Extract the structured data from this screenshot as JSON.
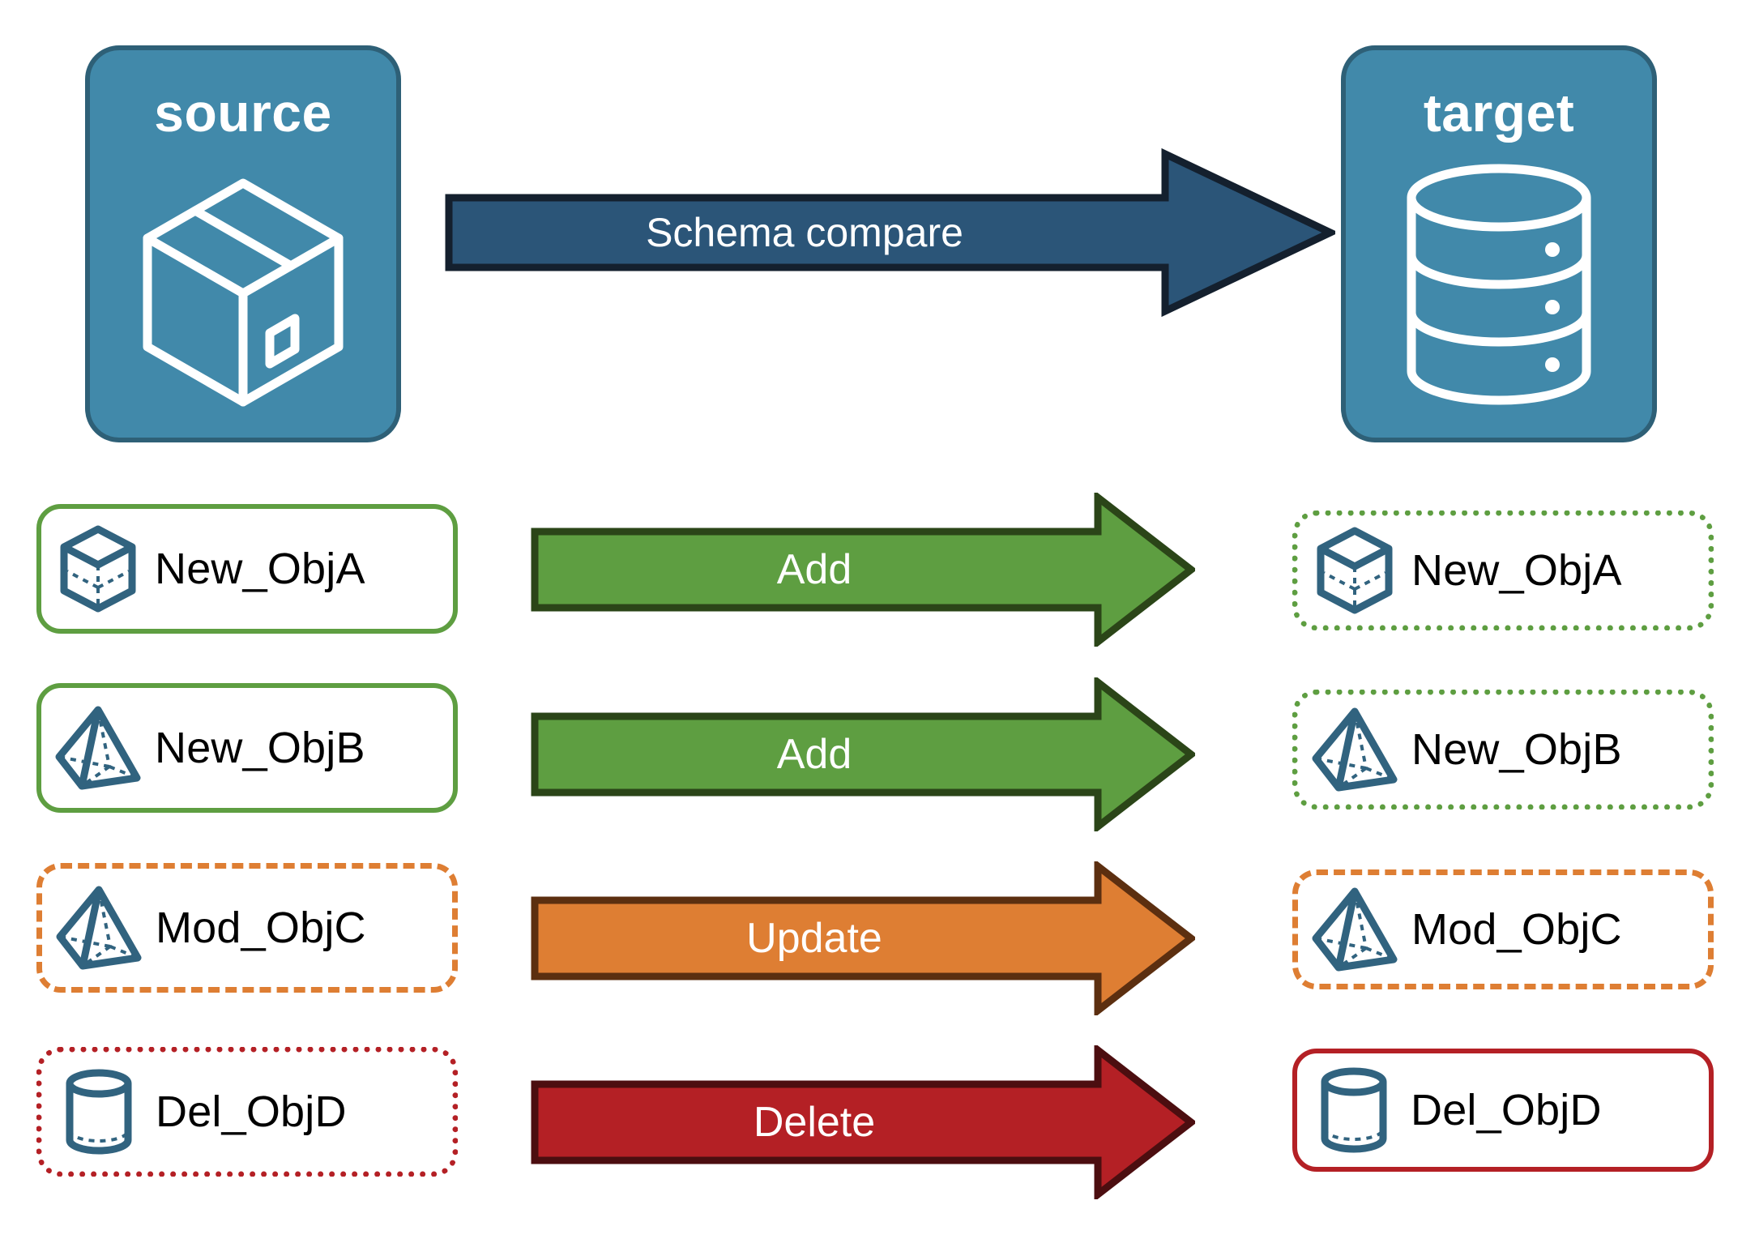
{
  "diagram": {
    "title": "Schema compare source to target",
    "endpoints": [
      {
        "id": "source",
        "label": "source",
        "icon": "package-box-icon"
      },
      {
        "id": "target",
        "label": "target",
        "icon": "database-cylinder-icon"
      }
    ],
    "main_arrow": {
      "label": "Schema compare",
      "fill": "#2B5578",
      "stroke": "#14202E"
    },
    "rows": [
      {
        "source_label": "New_ObjA",
        "source_icon": "wireframe-cube-icon",
        "source_border_style": "solid",
        "source_border_color": "#5E9E41",
        "action": "Add",
        "arrow_fill": "#5E9E41",
        "arrow_stroke": "#2B4518",
        "target_label": "New_ObjA",
        "target_icon": "wireframe-cube-icon",
        "target_border_style": "dotted",
        "target_border_color": "#5E9E41"
      },
      {
        "source_label": "New_ObjB",
        "source_icon": "wireframe-pyramid-icon",
        "source_border_style": "solid",
        "source_border_color": "#5E9E41",
        "action": "Add",
        "arrow_fill": "#5E9E41",
        "arrow_stroke": "#2B4518",
        "target_label": "New_ObjB",
        "target_icon": "wireframe-pyramid-icon",
        "target_border_style": "dotted",
        "target_border_color": "#5E9E41"
      },
      {
        "source_label": "Mod_ObjC",
        "source_icon": "wireframe-pyramid-icon",
        "source_border_style": "dashed",
        "source_border_color": "#DE7E33",
        "action": "Update",
        "arrow_fill": "#DE7E33",
        "arrow_stroke": "#5C2F10",
        "target_label": "Mod_ObjC",
        "target_icon": "wireframe-pyramid-icon",
        "target_border_style": "dashed",
        "target_border_color": "#DE7E33"
      },
      {
        "source_label": "Del_ObjD",
        "source_icon": "wireframe-cylinder-icon",
        "source_border_style": "dotted",
        "source_border_color": "#B42025",
        "action": "Delete",
        "arrow_fill": "#B42025",
        "arrow_stroke": "#4C0E10",
        "target_label": "Del_ObjD",
        "target_icon": "wireframe-cylinder-icon",
        "target_border_style": "solid",
        "target_border_color": "#B42025"
      }
    ],
    "colors": {
      "endpoint_fill": "#4189AA",
      "endpoint_stroke": "#2E6077",
      "icon_stroke": "#31637F",
      "text": "#000000",
      "background": "#FFFFFF"
    }
  }
}
